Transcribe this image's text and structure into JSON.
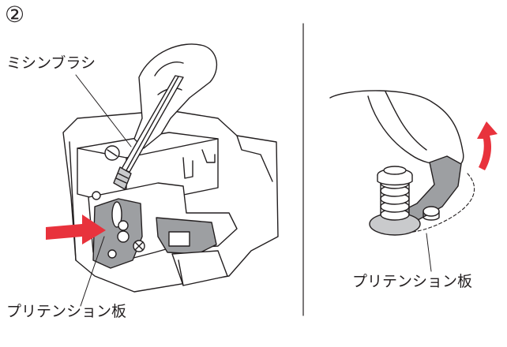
{
  "step_number": "②",
  "labels": {
    "sewing_brush": "ミシンブラシ",
    "pretension_plate_left": "プリテンション板",
    "pretension_plate_right": "プリテンション板"
  },
  "colors": {
    "arrow_red": "#e8323c",
    "plate_gray": "#9d9fa2",
    "shadow_gray": "#c9cacc",
    "line": "#231f20"
  }
}
